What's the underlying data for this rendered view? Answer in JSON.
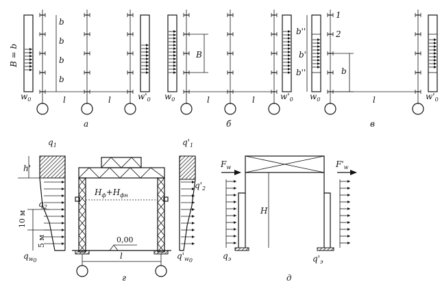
{
  "labels": {
    "panel_a": "а",
    "panel_b": "б",
    "panel_v": "в",
    "panel_g": "г",
    "B_eq_b": "B = b",
    "b": "b",
    "B": "B",
    "b_dbl": "b''",
    "b_single": "b'",
    "l": "l",
    "w0": "w",
    "w0_sub": "0",
    "w0p": "w'",
    "w0p_sub": "0",
    "one": "1",
    "two": "2",
    "q1": "q",
    "q1_sub": "1",
    "q1p": "q'",
    "q1p_sub": "1",
    "q2": "q",
    "q2_sub": "2",
    "q2p": "q'",
    "q2p_sub": "2",
    "h_prime": "h'",
    "H_ff": "H",
    "H_ff_sub1": "ф",
    "H_ff_plus": "+H",
    "H_ff_sub2": "фн",
    "m10": "10 м",
    "m5": "5 м",
    "zero": "0,00",
    "qw0": "q",
    "qw0_sub": "w",
    "qw0p": "q'",
    "qw0p_sub": "w",
    "Fw": "F",
    "Fw_sub": "w",
    "Fwp": "F'",
    "Fwp_sub": "w",
    "H": "H",
    "qe": "q",
    "qe_sub": "э",
    "qep": "q'",
    "qep_sub": "э"
  }
}
